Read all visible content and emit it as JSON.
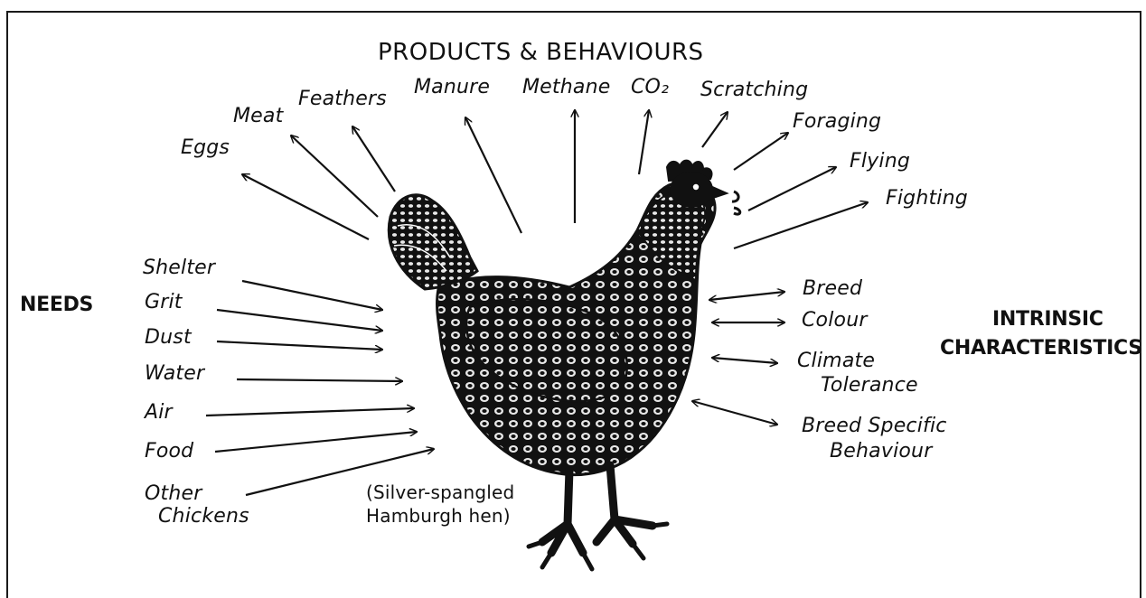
{
  "title": "PRODUCTS & BEHAVIOURS",
  "products": {
    "eggs": "Eggs",
    "meat": "Meat",
    "feathers": "Feathers",
    "manure": "Manure",
    "methane": "Methane",
    "co2": "CO₂",
    "scratching": "Scratching",
    "foraging": "Foraging",
    "flying": "Flying",
    "fighting": "Fighting"
  },
  "needs": {
    "heading": "NEEDS",
    "shelter": "Shelter",
    "grit": "Grit",
    "dust": "Dust",
    "water": "Water",
    "air": "Air",
    "food": "Food",
    "other_chickens_1": "Other",
    "other_chickens_2": "Chickens"
  },
  "intrinsic": {
    "heading_1": "INTRINSIC",
    "heading_2": "CHARACTERISTICS",
    "breed": "Breed",
    "colour": "Colour",
    "climate_1": "Climate",
    "climate_2": "Tolerance",
    "behaviour_1": "Breed Specific",
    "behaviour_2": "Behaviour"
  },
  "caption": {
    "line1": "(Silver-spangled",
    "line2": "Hamburgh hen)"
  },
  "colors": {
    "ink": "#111111",
    "paper": "#ffffff",
    "spangle": "#e8e8e8"
  },
  "icons": {
    "hen": "hen-illustration",
    "arrow": "arrow-icon"
  }
}
